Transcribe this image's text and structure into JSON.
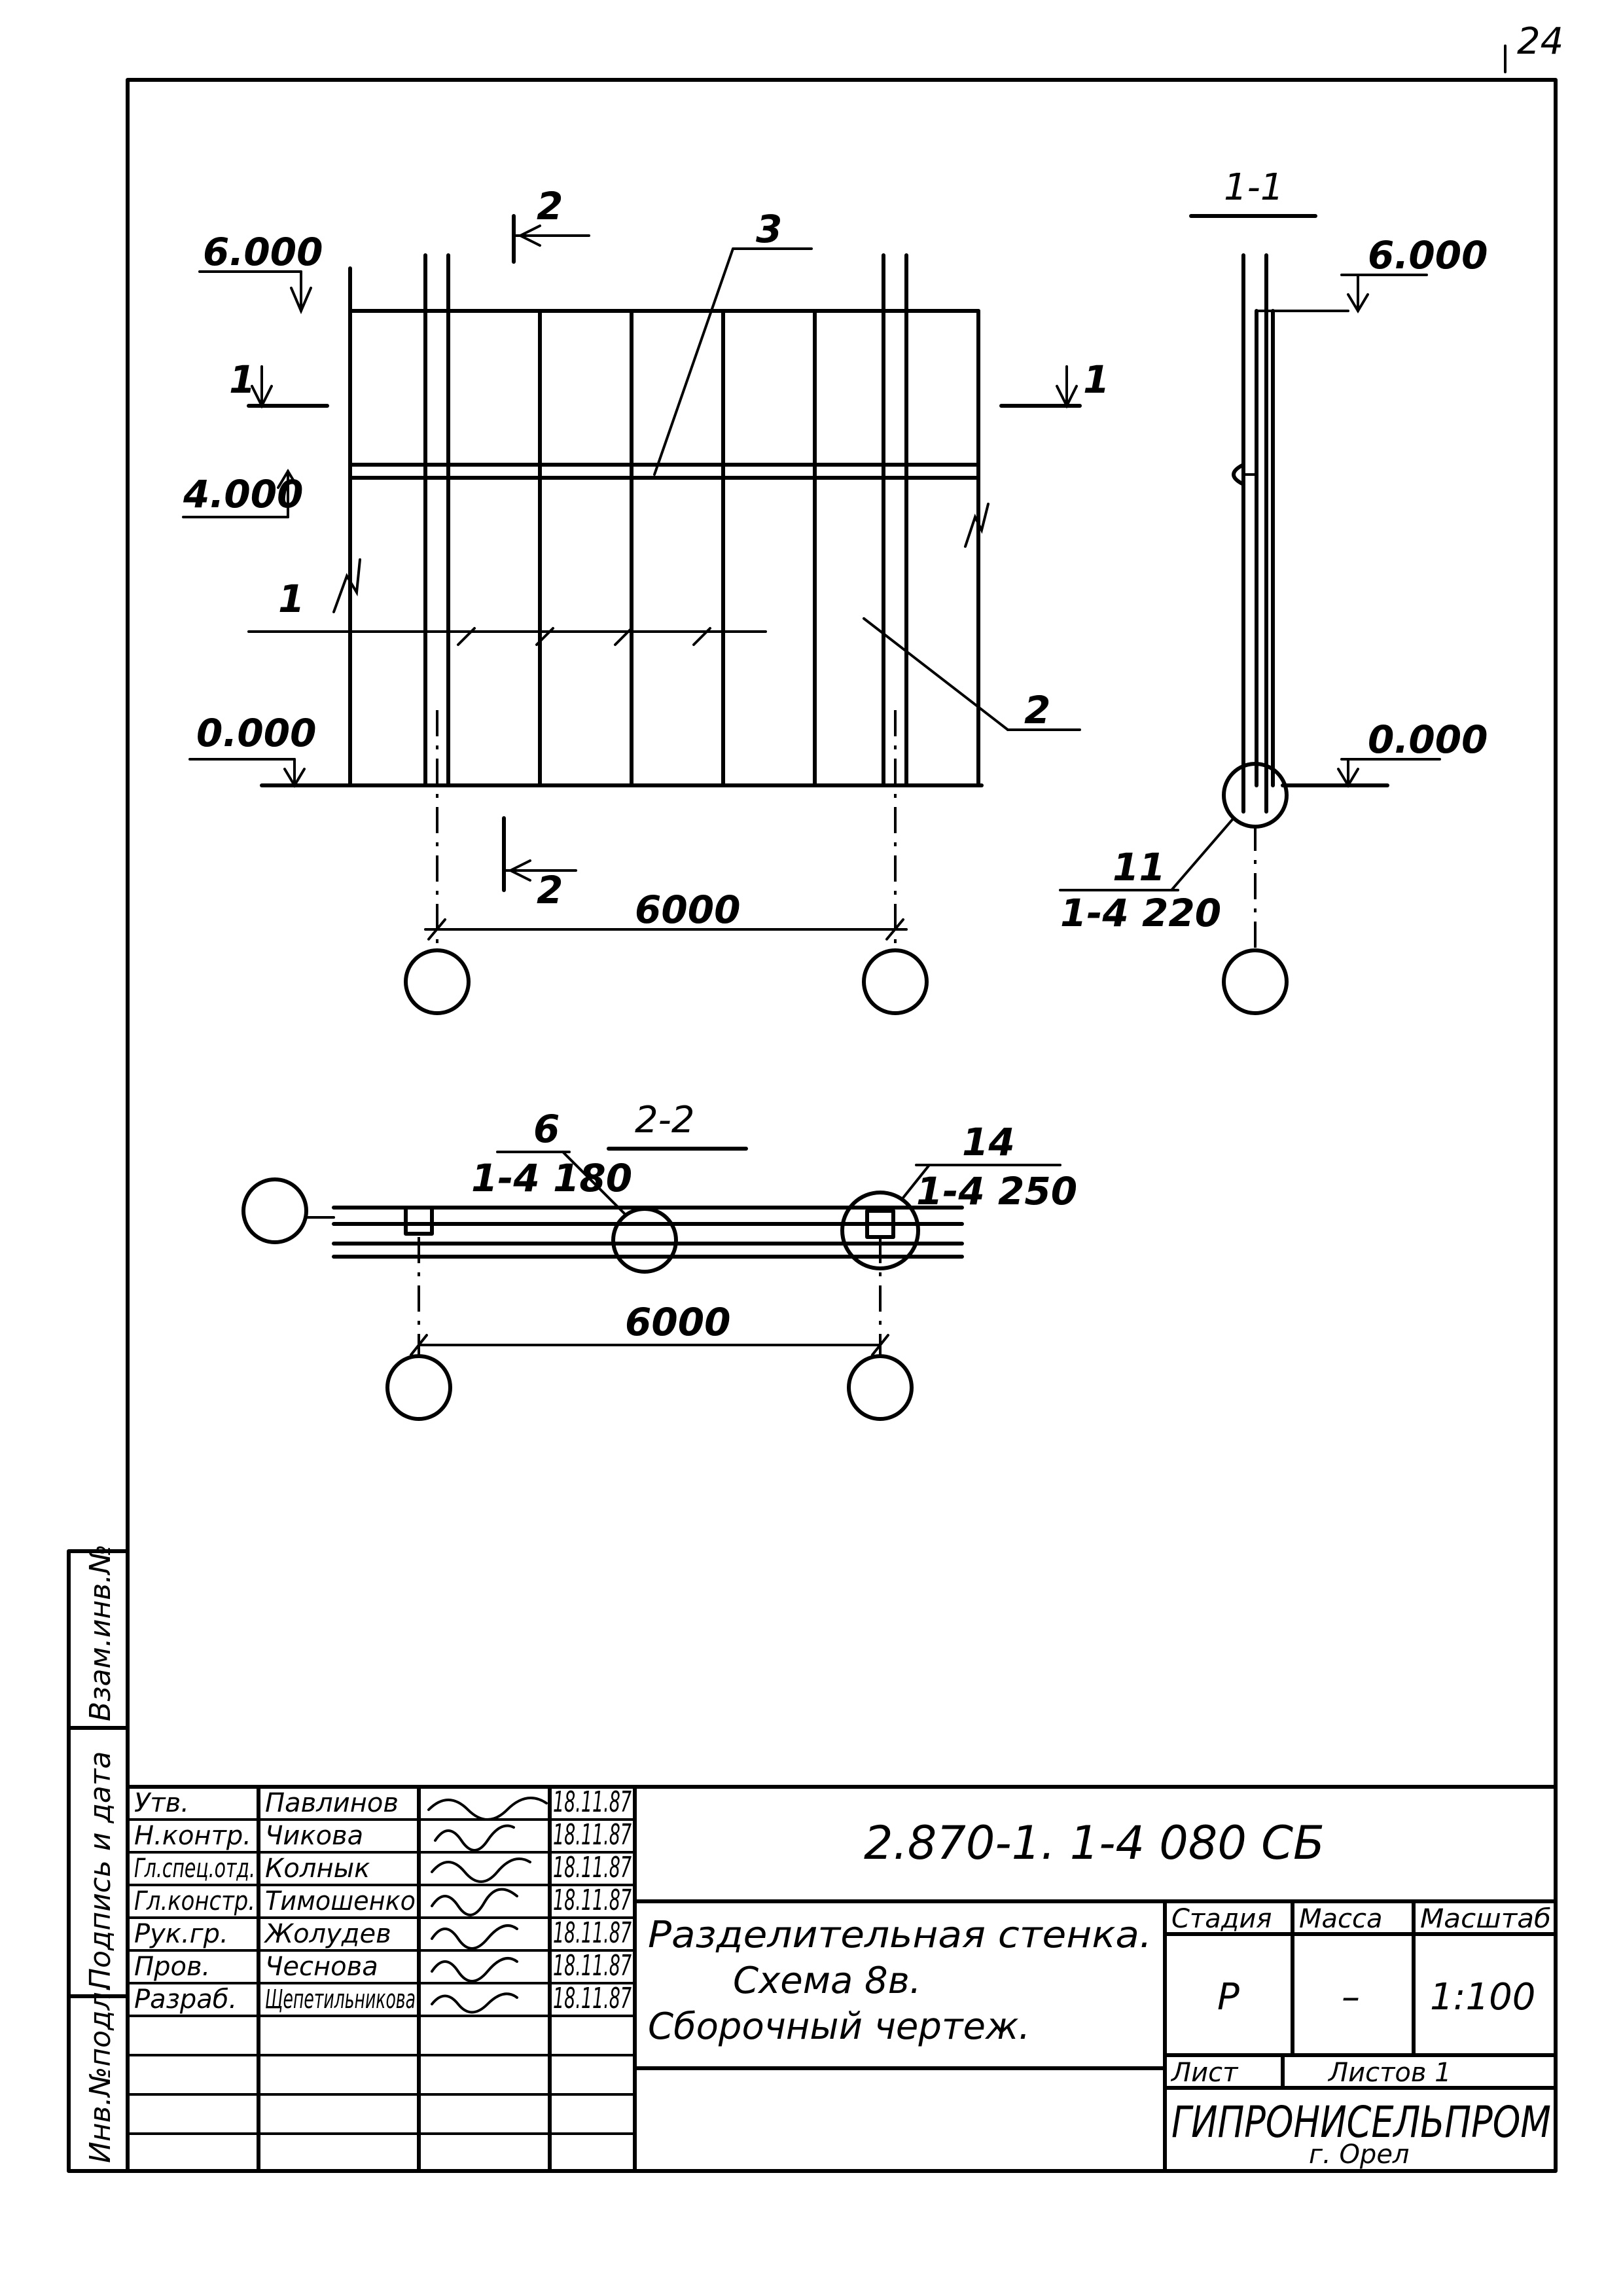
{
  "sheet_number": "24",
  "elevation": {
    "levels": {
      "top": "6.000",
      "mid": "4.000",
      "bottom": "0.000"
    },
    "section_marks": {
      "a": "1",
      "b": "1",
      "c": "2",
      "d": "2"
    },
    "position_labels": {
      "p1": "1",
      "p2": "2",
      "p3": "3"
    },
    "span": "6000"
  },
  "section_1_1": {
    "title": "1-1",
    "level_top": "6.000",
    "level_bottom": "0.000",
    "node_number": "11",
    "node_ref": "1-4 220"
  },
  "section_2_2": {
    "title": "2-2",
    "node_left_number": "6",
    "node_left_ref": "1-4 180",
    "node_right_number": "14",
    "node_right_ref": "1-4 250",
    "span": "6000"
  },
  "side_stamp": {
    "f1": "Взам.инв.№",
    "f2": "Подпись и дата",
    "f3": "Инв.№подл."
  },
  "title_block": {
    "rows": [
      {
        "role": "Утв.",
        "name": "Павлинов",
        "date": "18.11.87"
      },
      {
        "role": "Н.контр.",
        "name": "Чикова",
        "date": "18.11.87"
      },
      {
        "role": "Гл.спец.отд.",
        "name": "Колнык",
        "date": "18.11.87"
      },
      {
        "role": "Гл.констр.",
        "name": "Тимошенко",
        "date": "18.11.87"
      },
      {
        "role": "Рук.гр.",
        "name": "Жолудев",
        "date": "18.11.87"
      },
      {
        "role": "Пров.",
        "name": "Чеснова",
        "date": "18.11.87"
      },
      {
        "role": "Разраб.",
        "name": "Щепетильникова",
        "date": "18.11.87"
      }
    ],
    "designation": "2.870-1. 1-4 080 СБ",
    "name_line1": "Разделительная стенка.",
    "name_line2": "Схема 8в.",
    "name_line3": "Сборочный чертеж.",
    "col_stage": "Стадия",
    "col_mass": "Масса",
    "col_scale": "Масштаб",
    "stage": "Р",
    "mass": "–",
    "scale": "1:100",
    "sheet_label": "Лист",
    "sheets_label": "Листов 1",
    "org": "ГИПРОНИСЕЛЬПРОМ",
    "city": "г. Орел"
  }
}
